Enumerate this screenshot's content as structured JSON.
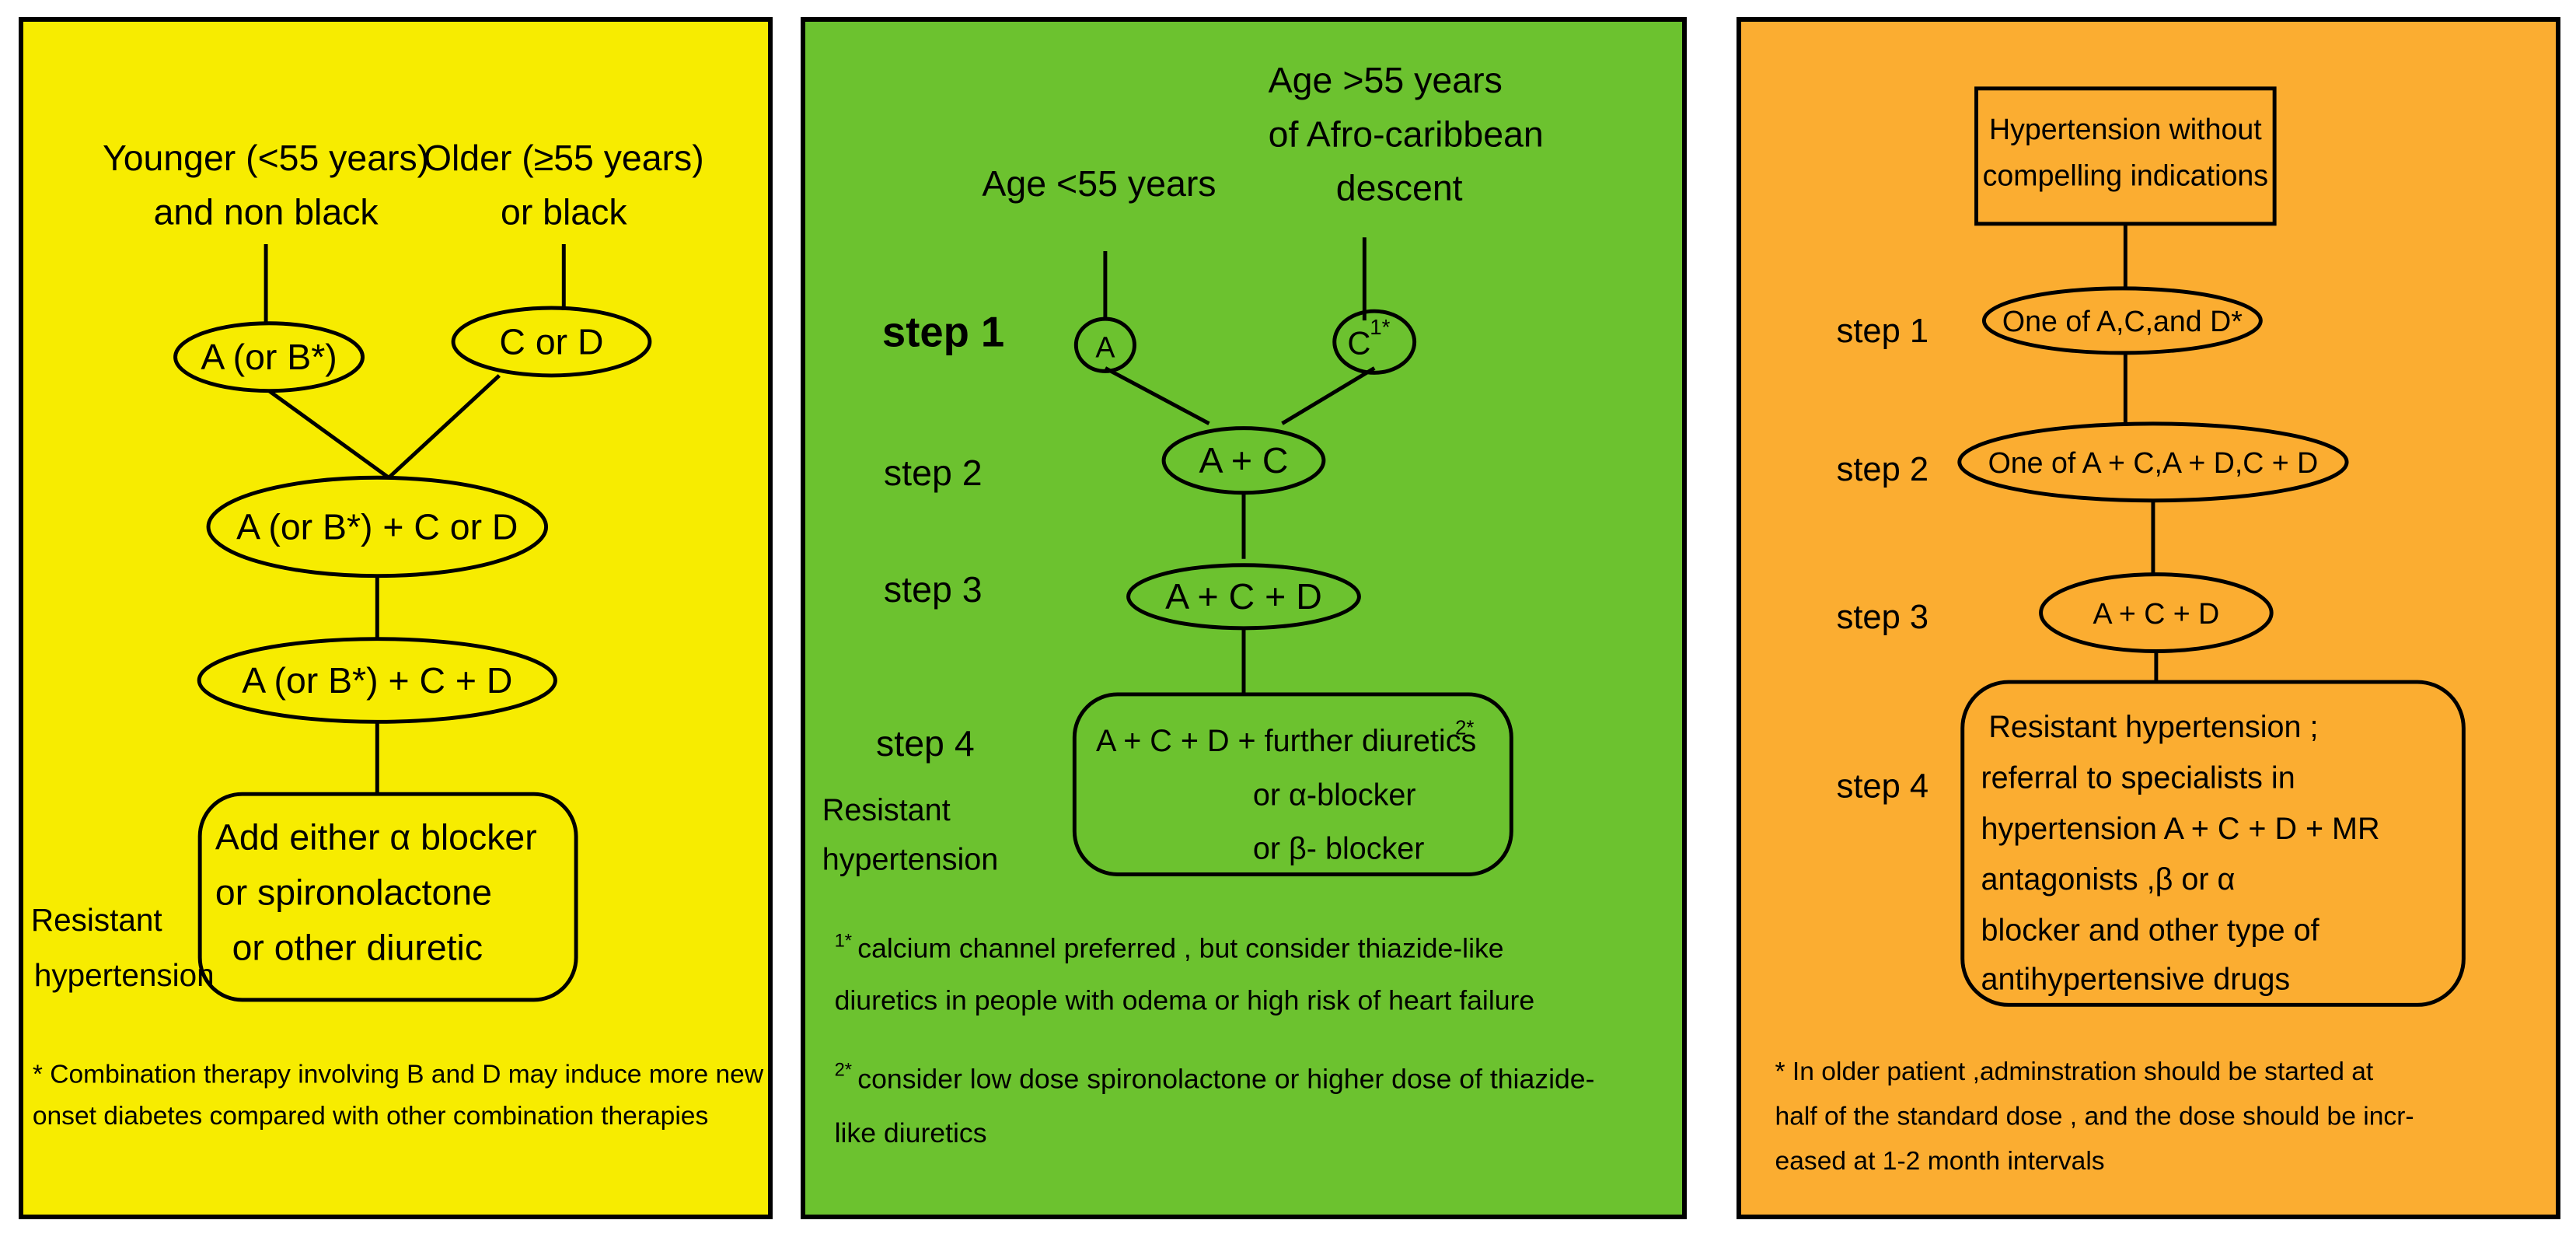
{
  "panel1": {
    "younger_line1": "Younger (<55 years)",
    "younger_line2": "and non black",
    "older_line1": "Older (≥55 years)",
    "older_line2": "or black",
    "node_a": "A (or B*)",
    "node_cd": "C or D",
    "node_combo2": "A (or B*) + C or D",
    "node_combo3": "A (or B*) + C + D",
    "add_line1": "Add either α blocker",
    "add_line2": "or spironolactone",
    "add_line3": "or other diuretic",
    "resistant_line1": "Resistant",
    "resistant_line2": "hypertension",
    "footnote_line1": "* Combination therapy involving B and D may induce more new",
    "footnote_line2": "onset diabetes compared with other combination therapies"
  },
  "panel2": {
    "age_under": "Age <55 years",
    "age_over_line1": "Age >55 years",
    "age_over_line2": "of Afro-caribbean",
    "age_over_line3": "descent",
    "step1": "step 1",
    "step2": "step 2",
    "step3": "step 3",
    "step4": "step 4",
    "node_a": "A",
    "node_c": "C",
    "node_c_sup": "1*",
    "node_ac": "A + C",
    "node_acd": "A + C + D",
    "box_line1": "A + C + D + further diuretics",
    "box_line1_sup": "2*",
    "box_line2": "or α-blocker",
    "box_line3": "or β- blocker",
    "resistant_line1": "Resistant",
    "resistant_line2": "hypertension",
    "note1_marker": "1*",
    "note1_line1": " calcium channel preferred  , but consider thiazide-like",
    "note1_line2": "diuretics in people with odema or high risk of heart failure",
    "note2_marker": "2*",
    "note2_line1": " consider low dose spironolactone or higher dose of thiazide-",
    "note2_line2": "like diuretics"
  },
  "panel3": {
    "top_line1": "Hypertension without",
    "top_line2": "compelling indications",
    "step1": "step 1",
    "step2": "step 2",
    "step3": "step 3",
    "step4": "step 4",
    "node1": "One of A,C,and D*",
    "node2": "One of A + C,A + D,C + D",
    "node3": "A + C + D",
    "box_line1": "Resistant hypertension ;",
    "box_line2": "referral to specialists in",
    "box_line3": "hypertension A + C + D + MR",
    "box_line4": "antagonists ,β or α",
    "box_line5": "blocker and other type of",
    "box_line6": "antihypertensive drugs",
    "footnote_line1": "* In older patient ,adminstration should be started at",
    "footnote_line2": "half of the standard dose , and the dose should be incr-",
    "footnote_line3": "eased at 1-2 month intervals"
  }
}
